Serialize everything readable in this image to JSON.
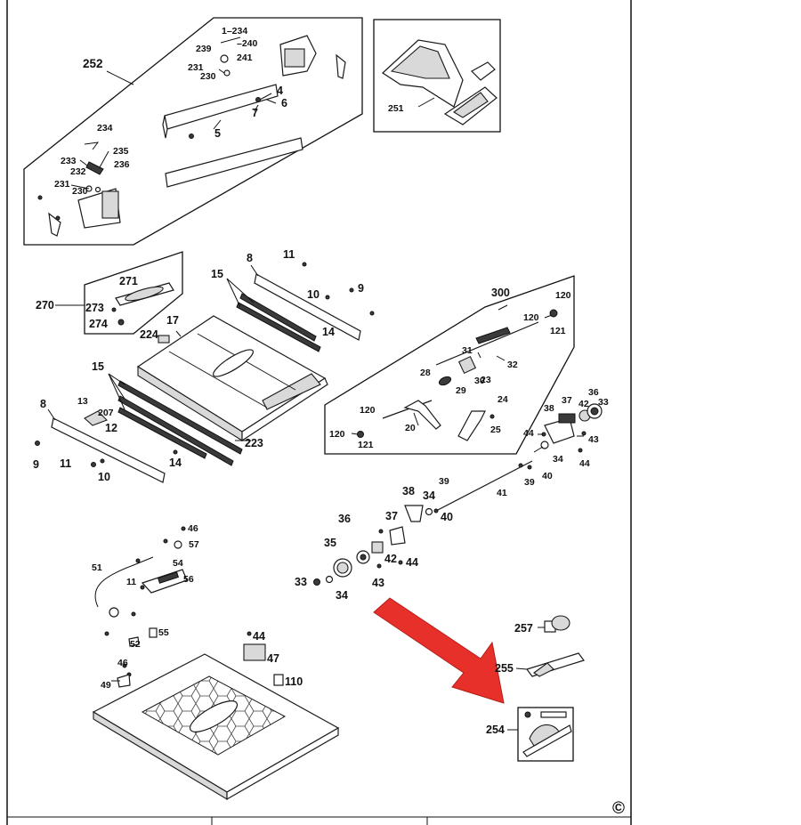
{
  "copyright_symbol": "©",
  "callouts": {
    "c252": "252",
    "c251": "251",
    "c234a": "1–234",
    "c240": "–240",
    "c239": "239",
    "c241": "241",
    "c231a": "231",
    "c230a": "230",
    "c4": "4",
    "c6": "6",
    "c7": "7",
    "c5": "5",
    "c234b": "234",
    "c235": "235",
    "c233": "233",
    "c232": "232",
    "c236": "236",
    "c231b": "231",
    "c230b": "230",
    "c270": "270",
    "c271": "271",
    "c273": "273",
    "c274": "274",
    "c15a": "15",
    "c8a": "8",
    "c11a": "11",
    "c10a": "10",
    "c9a": "9",
    "c14a": "14",
    "c17": "17",
    "c224": "224",
    "c15b": "15",
    "c223": "223",
    "c13": "13",
    "c207": "207",
    "c12": "12",
    "c8b": "8",
    "c9b": "9",
    "c11b": "11",
    "c10b": "10",
    "c14b": "14",
    "c300": "300",
    "c120a": "120",
    "c120b": "120",
    "c121a": "121",
    "c31": "31",
    "c32": "32",
    "c28": "28",
    "c29": "29",
    "c30": "30",
    "c23": "23",
    "c24": "24",
    "c25": "25",
    "c120c": "120",
    "c120d": "120",
    "c121b": "121",
    "c20": "20",
    "c37a": "37",
    "c36a": "36",
    "c38a": "38",
    "c42a": "42",
    "c33a": "33",
    "c44a": "44",
    "c43a": "43",
    "c34a": "34",
    "c44b": "44",
    "c39a": "39",
    "c40a": "40",
    "c39b": "39",
    "c41": "41",
    "c38b": "38",
    "c34b": "34",
    "c40b": "40",
    "c37b": "37",
    "c36b": "36",
    "c35": "35",
    "c42b": "42",
    "c44c": "44",
    "c33b": "33",
    "c34c": "34",
    "c43b": "43",
    "c46a": "46",
    "c57": "57",
    "c54": "54",
    "c51": "51",
    "c11c": "11",
    "c56": "56",
    "c55": "55",
    "c52": "52",
    "c44d": "44",
    "c47": "47",
    "c46b": "46",
    "c49": "49",
    "c110": "110",
    "c257": "257",
    "c255": "255",
    "c254": "254"
  }
}
